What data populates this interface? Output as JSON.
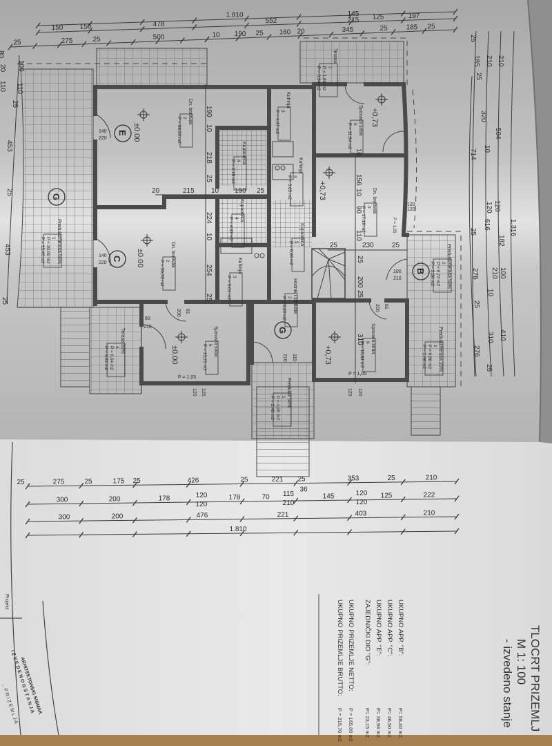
{
  "title_block": {
    "title": "TLOCRT PRIZEMLJ",
    "scale": "M 1: 100",
    "subtitle": "- izvedeno stanje",
    "project_label": "Projekt:",
    "line1": "ARHITEKTONSKI SNIMAK",
    "line2": "I Z V E D E N O G   S T A N J A",
    "line3": "... P R I Z E M L J A"
  },
  "summary": [
    {
      "label": "UKUPNO APP. \"B\":",
      "value": "P=  58,40 m2"
    },
    {
      "label": "UKUPNO APP. \"C\":",
      "value": "P=  46,50 m2"
    },
    {
      "label": "UKUPNO APP. \"E\":",
      "value": "P=  38,94 m2"
    },
    {
      "label": "ZAJEDNIČKI DIO \"G\":",
      "value": "P=  23,15 m2"
    },
    {
      "label": "UKUPNO PRIZEMLJE NETTO:",
      "value": "P = 165,00 m2"
    },
    {
      "label": "UKUPNO PRIZEMLJE BRUTTO:",
      "value": "P = 215,70 m2"
    }
  ],
  "rooms": [
    {
      "lines": [
        "Dn. boravak",
        "2",
        "P = 28,33 m2"
      ]
    },
    {
      "lines": [
        "Kuhinja",
        "3",
        "P = 4,47 m2"
      ]
    },
    {
      "lines": [
        "Kupaonica",
        "4",
        "P = 4,18 m2"
      ]
    },
    {
      "lines": [
        "Kuhinja",
        "4",
        "P = 3,65 m2"
      ]
    },
    {
      "lines": [
        "Kupaonica",
        "4",
        "P = 4,33 m2"
      ]
    },
    {
      "lines": [
        "Dn. boravak",
        "2",
        "P = 20,70 m2"
      ]
    },
    {
      "lines": [
        "Kuhinja",
        "3",
        "P = 5,01 m2"
      ]
    },
    {
      "lines": [
        "Kupaonica",
        "5",
        "P = 6,05 m2"
      ]
    },
    {
      "lines": [
        "Hodnik i stubište",
        "2",
        "P = 5,33 m2"
      ]
    },
    {
      "lines": [
        "Spavaća soba",
        "6",
        "P = 13,21 m2"
      ]
    },
    {
      "lines": [
        "Spavaća soba",
        "6",
        "P = 11,84 m2"
      ]
    },
    {
      "lines": [
        "Dn. boravak",
        "3",
        "P = 17,18 m2"
      ]
    },
    {
      "lines": [
        "Spavaća soba",
        "6",
        "P = 10,84 m2"
      ]
    },
    {
      "lines": [
        "Predulaz/terasa 50%",
        "2",
        "P = 6,72 m2",
        "P = 3,36 m2"
      ]
    },
    {
      "lines": [
        "Predulaz/terasa 20%",
        "1",
        "P = 6,80 m2",
        "P = 1,46 m2"
      ]
    },
    {
      "lines": [
        "Predulaz 50%",
        "1",
        "P = 4,95 m2",
        "P = 2,48 m2"
      ]
    },
    {
      "lines": [
        "Terasa 50%",
        "4",
        "P = 6,64 m2",
        "P = 3,32 m2"
      ]
    },
    {
      "lines": [
        "Predulaz/terasa 50%",
        "1",
        "P = 30,89 m2",
        "P = 15,45 m2"
      ]
    },
    {
      "lines": [
        "Terasa",
        "7",
        "P = 1,88 m2",
        "P = 0,94 m2"
      ]
    }
  ],
  "units": [
    "E",
    "C",
    "G",
    "G",
    "B"
  ],
  "levels": [
    "±0.00",
    "±0.00",
    "±0.00",
    "+0,73",
    "+0,73",
    "+0,73"
  ],
  "openings": [
    "140",
    "220",
    "140",
    "220",
    "80",
    "210",
    "200",
    "81",
    "P = 1,05",
    "120",
    "120",
    "P = 1,05",
    "120",
    "120",
    "100",
    "210",
    "210",
    "110",
    "200",
    "81",
    "P = 1,05",
    "120",
    "120"
  ],
  "dimensions": {
    "top_rows": [
      [
        "1.810"
      ],
      [
        "150",
        "150",
        "478",
        "552",
        "145",
        "215",
        "125",
        "197"
      ],
      [
        "10",
        "190",
        "25",
        "160",
        "20",
        "345",
        "25",
        "185",
        "25"
      ],
      [
        "25",
        "275",
        "25",
        "500"
      ]
    ],
    "bottom_rows": [
      [
        "25",
        "275",
        "25",
        "175",
        "25",
        "426",
        "25",
        "221",
        "25",
        "36",
        "353",
        "25",
        "210"
      ],
      [
        "300",
        "200",
        "178",
        "120",
        "120",
        "178",
        "70",
        "115",
        "210",
        "145",
        "120",
        "120",
        "125",
        "222"
      ],
      [
        "300",
        "200",
        "476",
        "221",
        "403",
        "210"
      ],
      [
        "1.810"
      ]
    ],
    "right": [
      "25",
      "185",
      "25",
      "320",
      "10",
      "714",
      "120",
      "616",
      "25",
      "276",
      "25",
      "276",
      "10",
      "310",
      "25",
      "210",
      "210",
      "504",
      "120",
      "182",
      "100",
      "210",
      "410",
      "1.316"
    ],
    "left": [
      "100",
      "110",
      "25",
      "453",
      "25",
      "453",
      "25",
      "80",
      "20",
      "110"
    ],
    "interior": [
      "190",
      "10",
      "218",
      "25",
      "20",
      "215",
      "10",
      "190",
      "25",
      "224",
      "10",
      "254",
      "25",
      "10",
      "156",
      "10",
      "90",
      "110",
      "25",
      "230",
      "25",
      "25",
      "200",
      "25",
      "310"
    ]
  },
  "colors": {
    "wall": "#4a4a4a",
    "line": "#3a3a3a",
    "paper_top": "#c4c4c4",
    "paper_bottom": "#e4e4e4",
    "wood": "#a7804f"
  }
}
